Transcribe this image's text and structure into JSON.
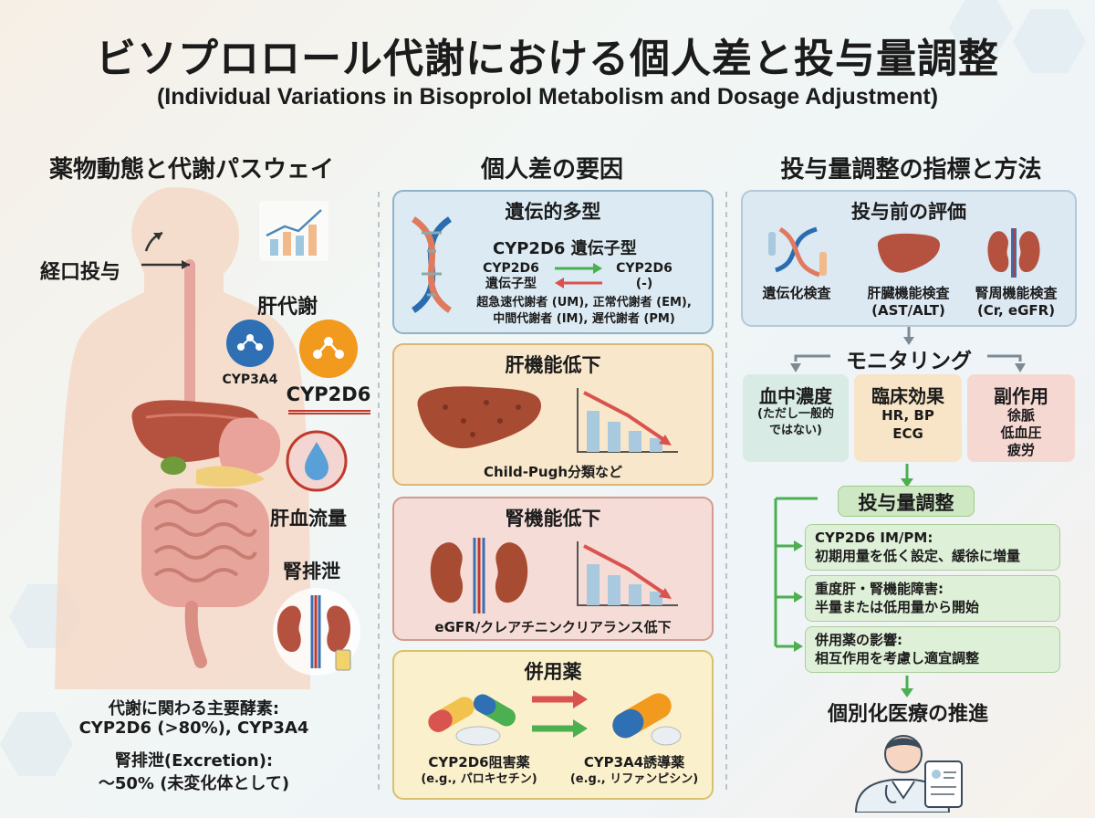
{
  "title": {
    "jp": "ビソプロロール代謝における個人差と投与量調整",
    "en": "(Individual Variations in Bisoprolol Metabolism and Dosage Adjustment)"
  },
  "left": {
    "heading": "薬物動態と代謝パスウェイ",
    "oral": "経口投与",
    "liver_metab": "肝代謝",
    "cyp3a4": "CYP3A4",
    "cyp2d6": "CYP2D6",
    "hepatic_flow": "肝血流量",
    "renal_excr": "腎排泄",
    "bottom": {
      "line1": "代謝に関わる主要酵素:",
      "line2": "CYP2D6 (>80%), CYP3A4",
      "line3": "腎排泄(Excretion):",
      "line4": "～50% (未変化体として)"
    }
  },
  "middle": {
    "heading": "個人差の要因",
    "genetic": {
      "title": "遺伝的多型",
      "subtitle": "CYP2D6 遺伝子型",
      "left_label_1": "CYP2D6",
      "left_label_2": "遺伝子型",
      "right_label_1": "CYP2D6",
      "right_label_2": "(-)",
      "types_1": "超急速代謝者 (UM), 正常代謝者 (EM),",
      "types_2": "中間代謝者 (IM), 遅代謝者 (PM)"
    },
    "liver": {
      "title": "肝機能低下",
      "caption": "Child-Pugh分類など"
    },
    "kidney": {
      "title": "腎機能低下",
      "caption": "eGFR/クレアチニンクリアランス低下"
    },
    "drugs": {
      "title": "併用薬",
      "inhibitor": "CYP2D6阻害薬",
      "inhibitor_eg": "(e.g., パロキセチン)",
      "inducer": "CYP3A4誘導薬",
      "inducer_eg": "(e.g., リファンピシン)"
    }
  },
  "right": {
    "heading": "投与量調整の指標と方法",
    "pre": {
      "title": "投与前の評価",
      "genetic_test": "遺伝化検査",
      "liver_test_1": "肝臓機能検査",
      "liver_test_2": "(AST/ALT)",
      "kidney_test_1": "腎周機能検査",
      "kidney_test_2": "(Cr, eGFR)"
    },
    "monitoring": {
      "title": "モニタリング",
      "blood_title": "血中濃度",
      "blood_note_1": "(ただし一般的",
      "blood_note_2": "ではない)",
      "clinical_title": "臨床効果",
      "clinical_1": "HR, BP",
      "clinical_2": "ECG",
      "side_title": "副作用",
      "side_1": "徐脈",
      "side_2": "低血圧",
      "side_3": "疲労"
    },
    "adjust": {
      "title": "投与量調整",
      "items": [
        {
          "l1": "CYP2D6 IM/PM:",
          "l2": "初期用量を低く設定、緩徐に増量"
        },
        {
          "l1": "重度肝・腎機能障害:",
          "l2": "半量または低用量から開始"
        },
        {
          "l1": "併用薬の影響:",
          "l2": "相互作用を考慮し適宜調整"
        }
      ]
    },
    "personalized": "個別化医療の推進"
  },
  "colors": {
    "genetic_panel": "#dcebf3",
    "liver_panel": "#f8e7cb",
    "kidney_panel": "#f6dcd6",
    "drug_panel": "#fbf0cc",
    "green_box": "#dff0d8",
    "arrow_red": "#d9534f",
    "arrow_green": "#4caf50"
  }
}
